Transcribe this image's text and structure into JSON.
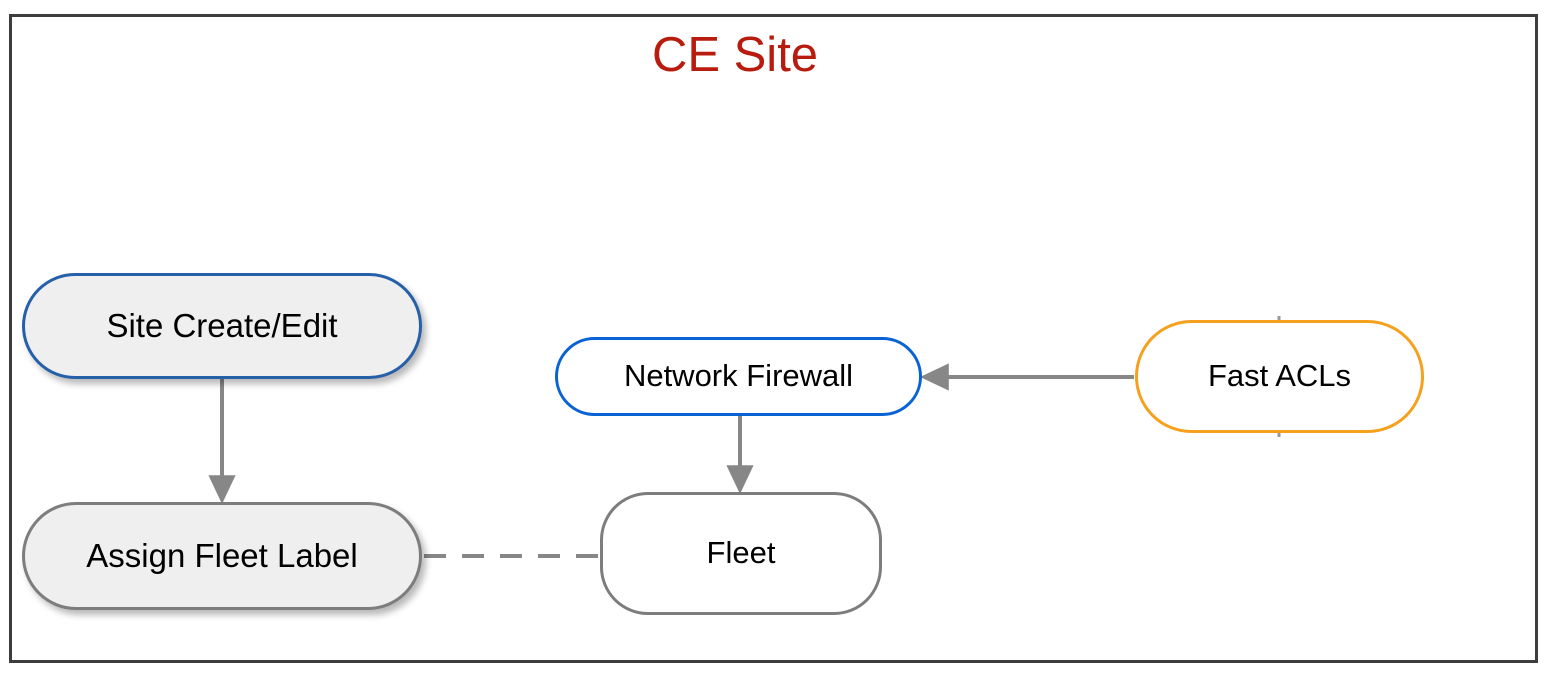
{
  "diagram": {
    "title": "CE Site",
    "title_color": "#b81c0e",
    "frame_color": "#3d3d3d",
    "background": "#ffffff",
    "type": "flowchart",
    "nodes": [
      {
        "id": "site-create-edit",
        "label": "Site Create/Edit",
        "shape": "rounded-pill",
        "border_color": "#2560a8",
        "fill_color": "#efefef",
        "shadow": true
      },
      {
        "id": "assign-fleet-label",
        "label": "Assign Fleet Label",
        "shape": "rounded-pill",
        "border_color": "#7d7d7d",
        "fill_color": "#efefef",
        "shadow": true
      },
      {
        "id": "network-firewall",
        "label": "Network Firewall",
        "shape": "rounded-pill",
        "border_color": "#0a63d4",
        "fill_color": "#ffffff",
        "shadow": false
      },
      {
        "id": "fleet",
        "label": "Fleet",
        "shape": "rounded-rect",
        "border_color": "#7d7d7d",
        "fill_color": "#ffffff",
        "shadow": false
      },
      {
        "id": "fast-acls",
        "label": "Fast ACLs",
        "shape": "rounded-pill",
        "border_color": "#f5a11e",
        "fill_color": "#ffffff",
        "shadow": false
      }
    ],
    "edges": [
      {
        "id": "site-create-edit-to-assign-fleet-label",
        "from": "site-create-edit",
        "to": "assign-fleet-label",
        "style": "solid",
        "arrow": "end",
        "color": "#878787"
      },
      {
        "id": "assign-fleet-label-to-fleet",
        "from": "assign-fleet-label",
        "to": "fleet",
        "style": "dashed",
        "arrow": "none",
        "color": "#878787"
      },
      {
        "id": "network-firewall-to-fleet",
        "from": "network-firewall",
        "to": "fleet",
        "style": "solid",
        "arrow": "end",
        "color": "#878787"
      },
      {
        "id": "fast-acls-to-network-firewall",
        "from": "fast-acls",
        "to": "network-firewall",
        "style": "solid",
        "arrow": "end",
        "color": "#878787"
      }
    ]
  }
}
